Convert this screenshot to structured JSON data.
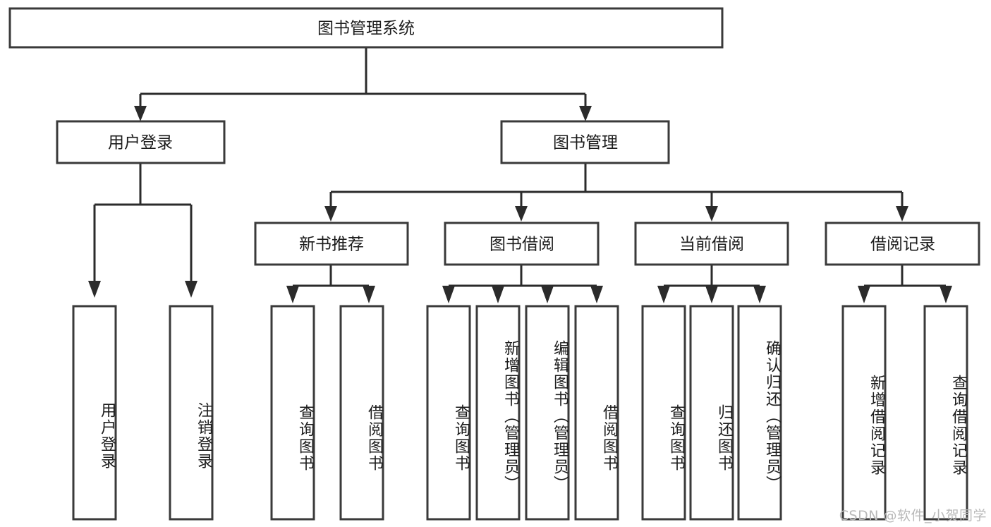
{
  "diagram": {
    "title": "图书管理系统",
    "type": "tree-hierarchy",
    "watermark": "CSDN @软件_小贺同学",
    "colors": {
      "box_fill": "#ffffff",
      "box_stroke": "#3a3a3a",
      "connector": "#2b2b2b",
      "text": "#1c1c1c",
      "watermark": "#b9b9b9",
      "background": "#ffffff"
    },
    "root": {
      "label": "图书管理系统"
    },
    "level2": [
      {
        "label": "用户登录"
      },
      {
        "label": "图书管理"
      }
    ],
    "level3": [
      {
        "label": "新书推荐"
      },
      {
        "label": "图书借阅"
      },
      {
        "label": "当前借阅"
      },
      {
        "label": "借阅记录"
      }
    ],
    "leaves": {
      "user_login": [
        {
          "label": "用户登录"
        },
        {
          "label": "注销登录"
        }
      ],
      "new_book_recommend": [
        {
          "label": "查询图书"
        },
        {
          "label": "借阅图书"
        }
      ],
      "book_borrow": [
        {
          "label": "查询图书"
        },
        {
          "label": "新增图书（管理员）"
        },
        {
          "label": "编辑图书（管理员）"
        },
        {
          "label": "借阅图书"
        }
      ],
      "current_borrow": [
        {
          "label": "查询图书"
        },
        {
          "label": "归还图书"
        },
        {
          "label": "确认归还（管理员）"
        }
      ],
      "borrow_records": [
        {
          "label": "新增借阅记录"
        },
        {
          "label": "查询借阅记录"
        }
      ]
    }
  }
}
